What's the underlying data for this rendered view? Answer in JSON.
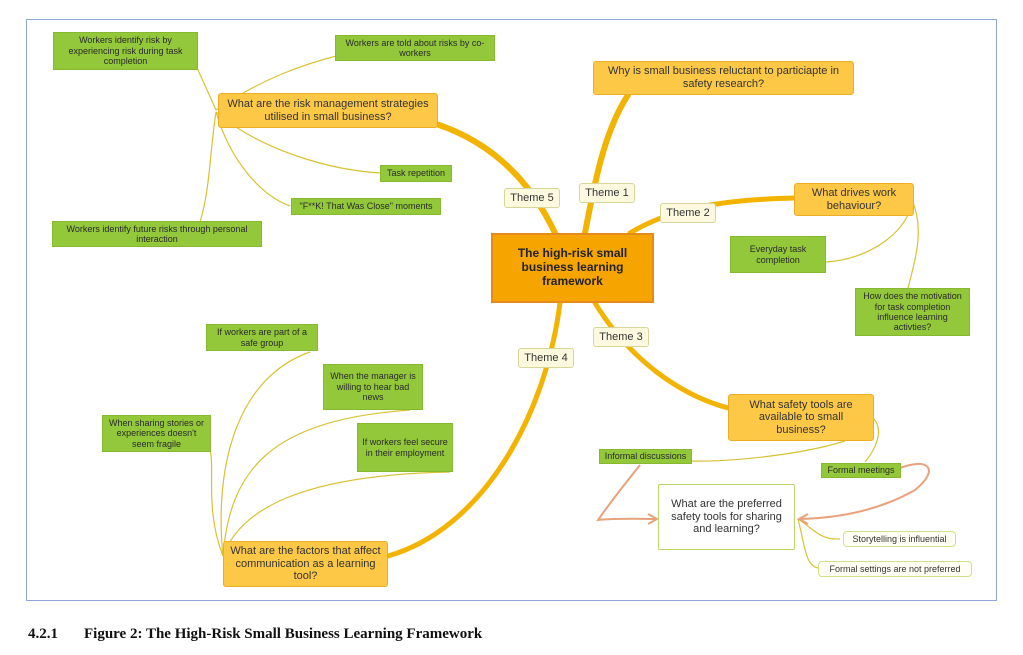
{
  "figure": {
    "caption_number": "4.2.1",
    "caption_text": "Figure 2: The High-Risk Small Business Learning Framework"
  },
  "colors": {
    "center_fill": "#f6a500",
    "question_fill": "#fcc845",
    "leaf_fill": "#93c83a",
    "theme_fill": "#fdf9df",
    "branch_line": "#f2b400",
    "leaf_line": "#d8c234",
    "arrow_line": "#e8a27c",
    "frame_border": "#8fa8d8"
  },
  "center": {
    "label": "The high-risk small business learning framework"
  },
  "themes": [
    {
      "id": "theme1",
      "label": "Theme 1"
    },
    {
      "id": "theme2",
      "label": "Theme 2"
    },
    {
      "id": "theme3",
      "label": "Theme 3"
    },
    {
      "id": "theme4",
      "label": "Theme 4"
    },
    {
      "id": "theme5",
      "label": "Theme 5"
    }
  ],
  "questions": {
    "q1": "Why is small business reluctant to particiapte in safety research?",
    "q2": "What drives work behaviour?",
    "q3": "What safety tools are available to small business?",
    "q4": "What are the factors that affect communication as a learning tool?",
    "q5": "What are the risk management strategies utilised in small business?",
    "q3b": "What are the preferred safety tools for sharing and learning?"
  },
  "leaves": {
    "q5": [
      "Workers identify risk by experiencing risk during task completion",
      "Workers are told about risks by co-workers",
      "Task repetition",
      "\"F**K! That Was Close\" moments",
      "Workers identify future risks through personal interaction"
    ],
    "q2": [
      "Everyday task completion",
      "How does the motivation for task completion influence learning activties?"
    ],
    "q4": [
      "If workers are part of a safe group",
      "When the manager is willing to hear bad news",
      "When sharing stories or experiences doesn't seem fragile",
      "If workers feel secure in their employment"
    ],
    "q3": [
      "Informal discussions",
      "Formal meetings"
    ],
    "q3b": [
      "Storytelling is influential",
      "Formal settings are not preferred"
    ]
  }
}
